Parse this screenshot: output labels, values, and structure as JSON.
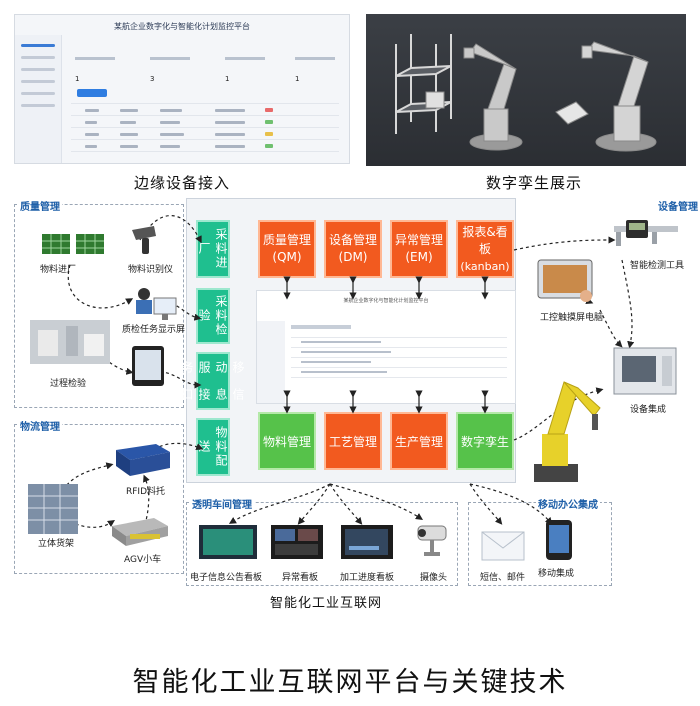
{
  "top": {
    "screen_title": "某航企业数字化与智能化计划监控平台",
    "screen_stats": [
      "1",
      "3",
      "1",
      "1"
    ],
    "left_caption": "边缘设备接入",
    "right_caption": "数字孪生展示"
  },
  "sections": {
    "quality": "质量管理",
    "logistics": "物流管理",
    "equipment": "设备管理",
    "workshop": "透明车间管理",
    "mobile": "移动办公集成"
  },
  "vertical_modules": [
    "采料进厂",
    "采料检验",
    "信息接口",
    "物料配送"
  ],
  "vertical_modules_alt": [
    "移动服务"
  ],
  "top_modules": [
    {
      "name": "质量管理",
      "code": "(QM)"
    },
    {
      "name": "设备管理",
      "code": "(DM)"
    },
    {
      "name": "异常管理",
      "code": "(EM)"
    },
    {
      "name": "报表&看板",
      "code": "(kanban)"
    }
  ],
  "bottom_modules": [
    "物料管理",
    "工艺管理",
    "生产管理",
    "数字孪生"
  ],
  "inner_screen_title": "某航企业数字化与智能化计划监控平台",
  "labels": {
    "material_in": "物料进厂",
    "material_detect": "物料识别仪",
    "quality_task": "质检任务显示屏",
    "process_check": "过程检验",
    "smart_tool": "智能检测工具",
    "touch_pc": "工控触摸屏电脑",
    "equip_integration": "设备集成",
    "rfid": "RFID料托",
    "shelf": "立体货架",
    "agv": "AGV小车",
    "e_board": "电子信息公告看板",
    "abnormal_board": "异常看板",
    "progress_board": "加工进度看板",
    "camera": "摄像头",
    "sms_mail": "短信、邮件",
    "mobile_int": "移动集成"
  },
  "bottom_caption": "智能化工业互联网",
  "main_title": "智能化工业互联网平台与关键技术"
}
